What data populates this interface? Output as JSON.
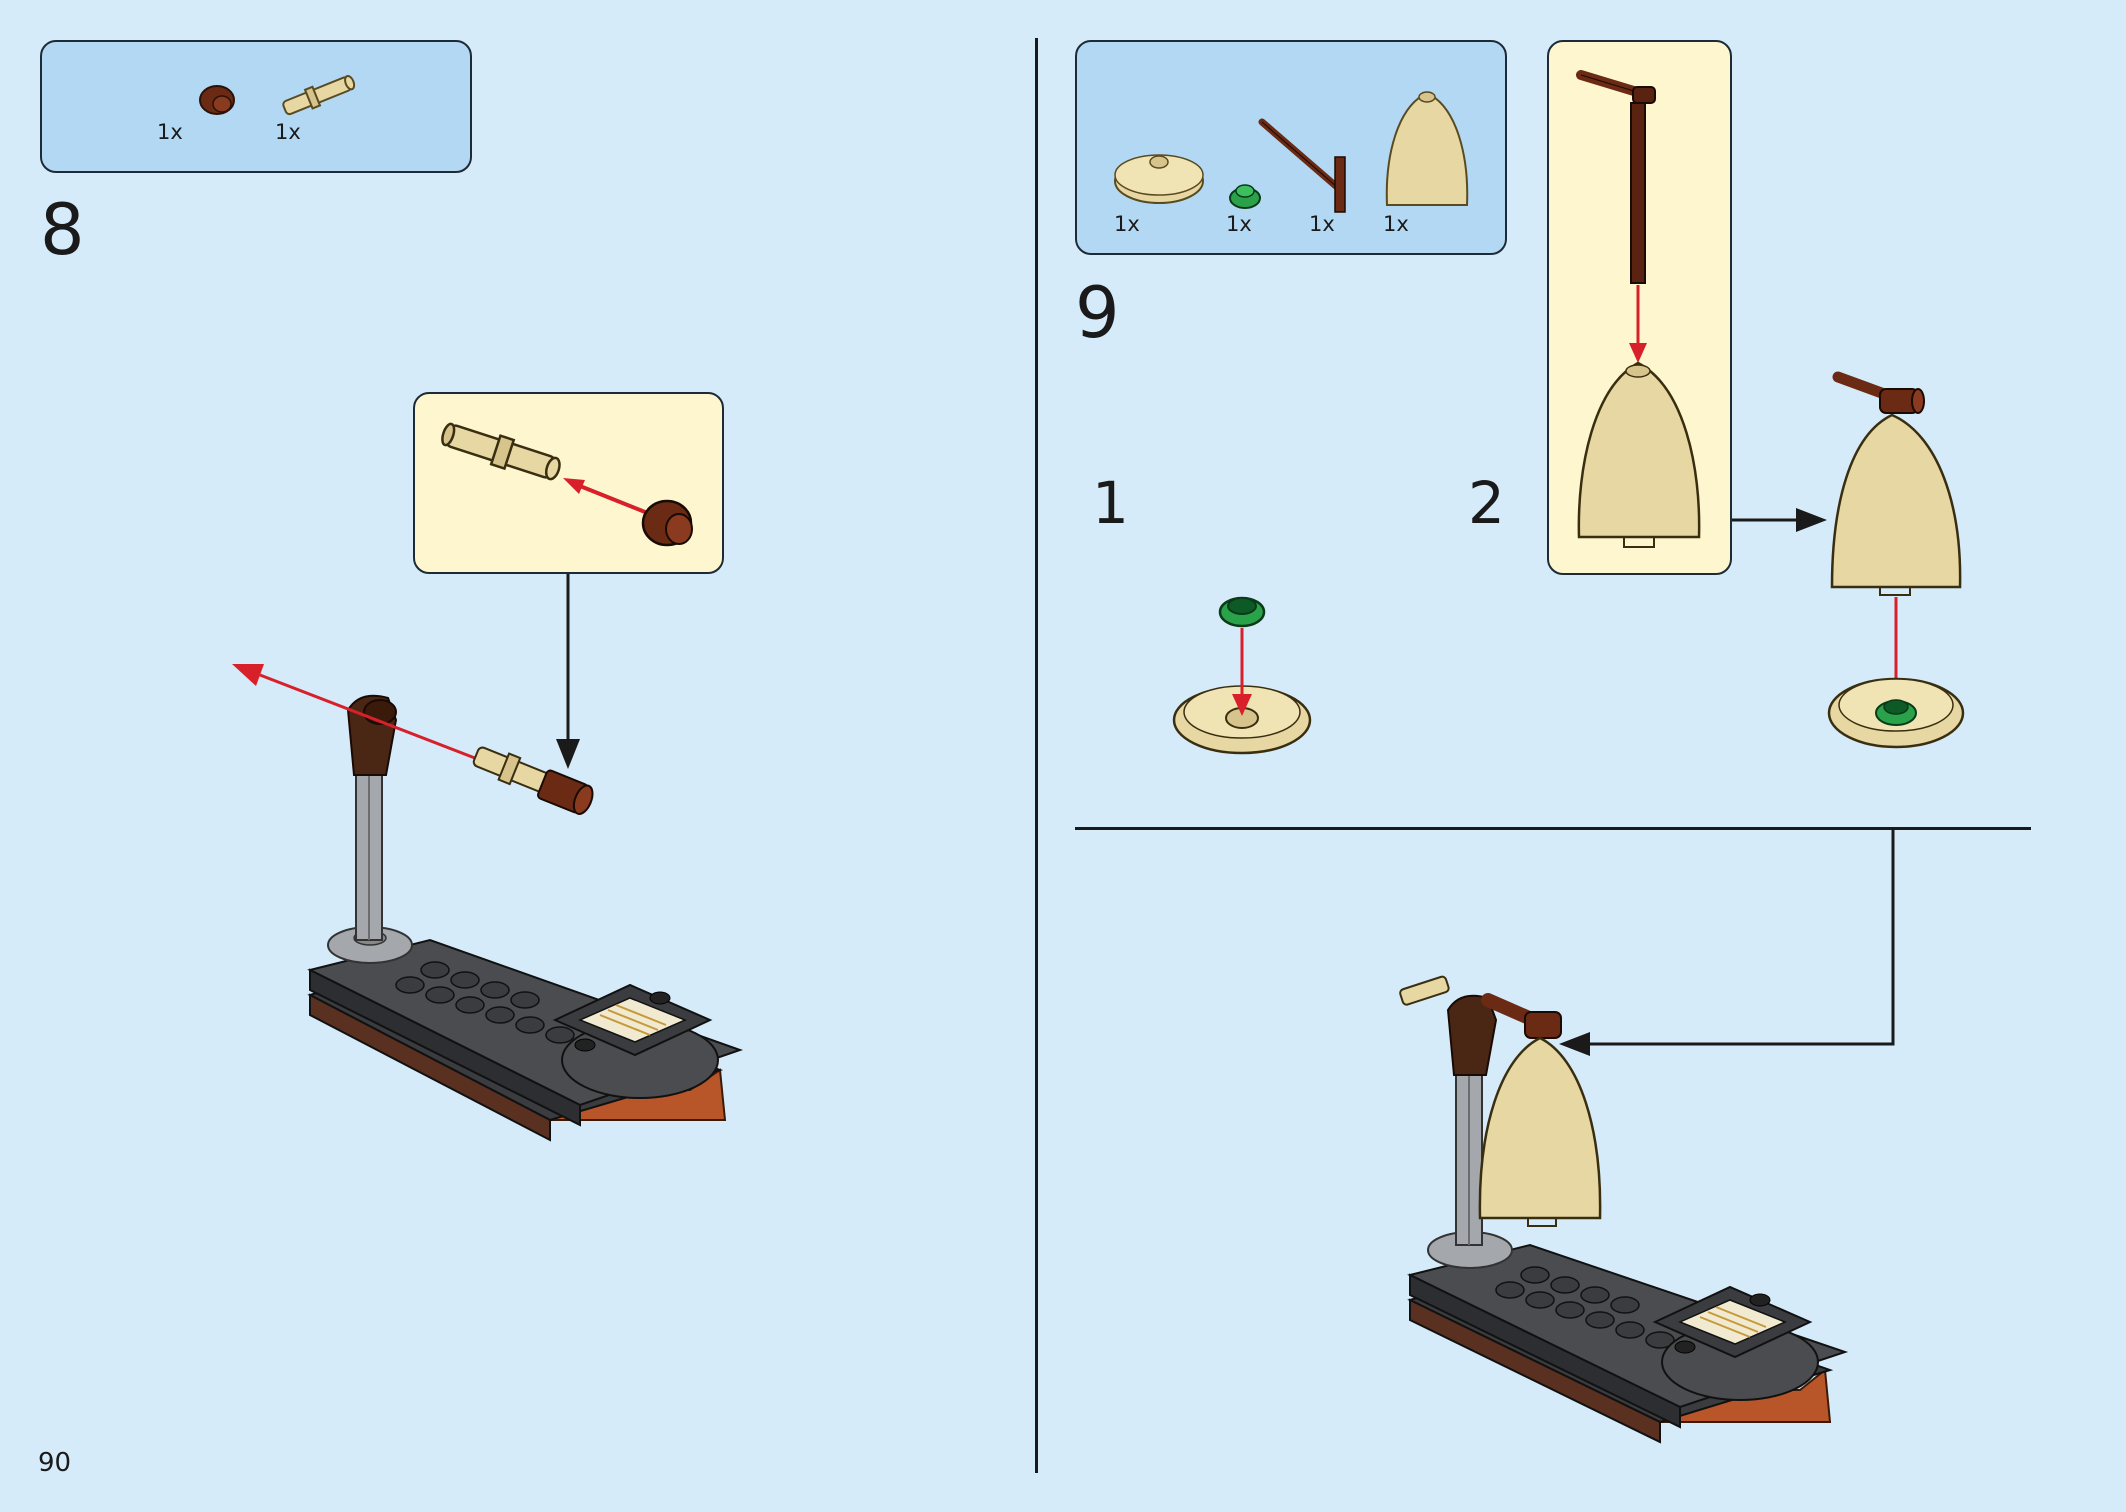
{
  "page": {
    "number": "90"
  },
  "step8": {
    "number": "8",
    "parts": [
      {
        "qty": "1x",
        "icon": "reddish-brown-bushing-icon"
      },
      {
        "qty": "1x",
        "icon": "tan-axle-pin-icon"
      }
    ]
  },
  "step9": {
    "number": "9",
    "parts": [
      {
        "qty": "1x",
        "icon": "tan-round-dish-icon"
      },
      {
        "qty": "1x",
        "icon": "green-round-plate-icon"
      },
      {
        "qty": "1x",
        "icon": "reddish-brown-lamp-post-icon"
      },
      {
        "qty": "1x",
        "icon": "tan-cone-shade-icon"
      }
    ],
    "substeps": [
      "1",
      "2"
    ]
  },
  "colors": {
    "background": "#d5ebf9",
    "parts_box": "#b3d8f3",
    "callout": "#fdf6cf",
    "tan": "#e6d7a3",
    "reddish_brown": "#6b2a14",
    "dark_brown": "#4a2614",
    "green": "#2aa24a",
    "dark_gray": "#4a4c50",
    "light_gray": "#a4a7ab",
    "arrow_red": "#d8202a"
  }
}
